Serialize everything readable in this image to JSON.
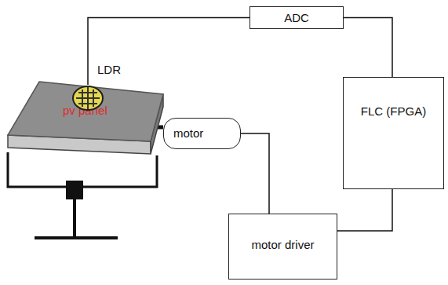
{
  "diagram": {
    "nodes": [
      {
        "text": [
          "LDR"
        ]
      },
      {
        "text": [
          "pv panel"
        ]
      },
      {
        "text": [
          "ADC"
        ]
      },
      {
        "text": [
          "motor"
        ]
      },
      {
        "text": [
          "FLC (FPGA)"
        ]
      },
      {
        "text": [
          "motor driver"
        ]
      }
    ],
    "edges": [
      {
        "from": 0,
        "to": 2,
        "arrow": "none"
      },
      {
        "from": 2,
        "to": 4,
        "arrow": "none"
      },
      {
        "from": 4,
        "to": 5,
        "arrow": "none"
      },
      {
        "from": 5,
        "to": 3,
        "arrow": "none"
      },
      {
        "from": 1,
        "to": 3,
        "arrow": "none"
      }
    ]
  }
}
